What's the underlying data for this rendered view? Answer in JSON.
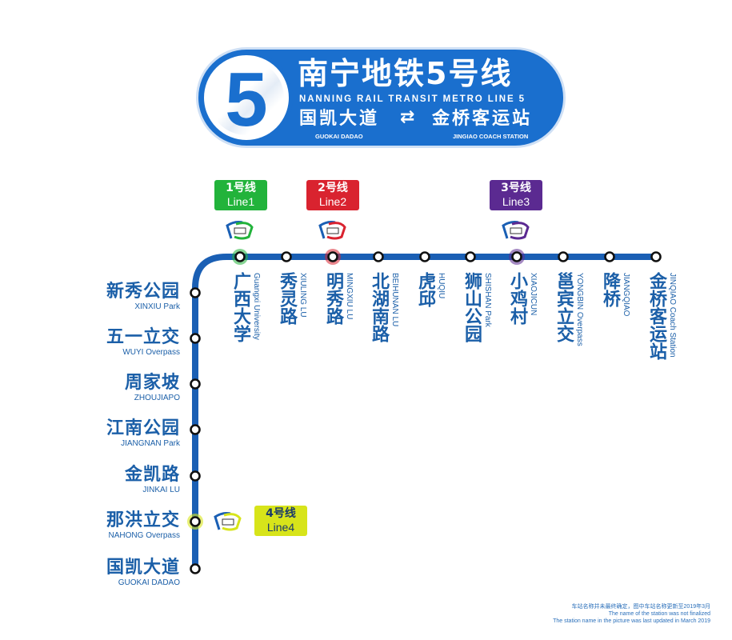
{
  "header": {
    "line_number": "5",
    "title_cn": "南宁地铁5号线",
    "title_en": "NANNING RAIL TRANSIT METRO LINE 5",
    "terminal_a_cn": "国凯大道",
    "terminal_a_en": "GUOKAI DADAO",
    "direction_symbol": "⇄",
    "terminal_b_cn": "金桥客运站",
    "terminal_b_en": "JINGIAO COACH STATION",
    "brand_color": "#1a6fce"
  },
  "line_color": "#1a5fb4",
  "transfer_lines": [
    {
      "id": "line1",
      "label_cn": "1号线",
      "label_en": "Line1",
      "color": "#22b33b",
      "station": "广西大学"
    },
    {
      "id": "line2",
      "label_cn": "2号线",
      "label_en": "Line2",
      "color": "#d9232f",
      "station": "明秀路"
    },
    {
      "id": "line3",
      "label_cn": "3号线",
      "label_en": "Line3",
      "color": "#5b2a91",
      "station": "小鸡村"
    },
    {
      "id": "line4",
      "label_cn": "4号线",
      "label_en": "Line4",
      "color": "#d7e41a",
      "station": "那洪立交"
    }
  ],
  "stations_vertical": [
    {
      "cn": "新秀公园",
      "en": "XINXIU Park"
    },
    {
      "cn": "五一立交",
      "en": "WUYI Overpass"
    },
    {
      "cn": "周家坡",
      "en": "ZHOUJIAPO"
    },
    {
      "cn": "江南公园",
      "en": "JIANGNAN Park"
    },
    {
      "cn": "金凯路",
      "en": "JINKAI LU"
    },
    {
      "cn": "那洪立交",
      "en": "NAHONG Overpass"
    },
    {
      "cn": "国凯大道",
      "en": "GUOKAI DADAO"
    }
  ],
  "stations_horizontal": [
    {
      "cn": "广西大学",
      "en": "Guangxi University"
    },
    {
      "cn": "秀灵路",
      "en": "XIULING LU"
    },
    {
      "cn": "明秀路",
      "en": "MINGXIU LU"
    },
    {
      "cn": "北湖南路",
      "en": "BEIHUNAN LU"
    },
    {
      "cn": "虎邱",
      "en": "HUQIU"
    },
    {
      "cn": "狮山公园",
      "en": "SHISHAN Park"
    },
    {
      "cn": "小鸡村",
      "en": "XIAOJICUN"
    },
    {
      "cn": "邕宾立交",
      "en": "YONGBIN Overpass"
    },
    {
      "cn": "降桥",
      "en": "JIANGQIAO"
    },
    {
      "cn": "金桥客运站",
      "en": "JINQIAO Coach Station"
    }
  ],
  "footnote": {
    "cn": "车站名称并未最终确定，图中车站名称更新至2019年3月",
    "en_line1": "The name of the station was not finalized",
    "en_line2": "The station name in the picture was last updated in March 2019"
  }
}
